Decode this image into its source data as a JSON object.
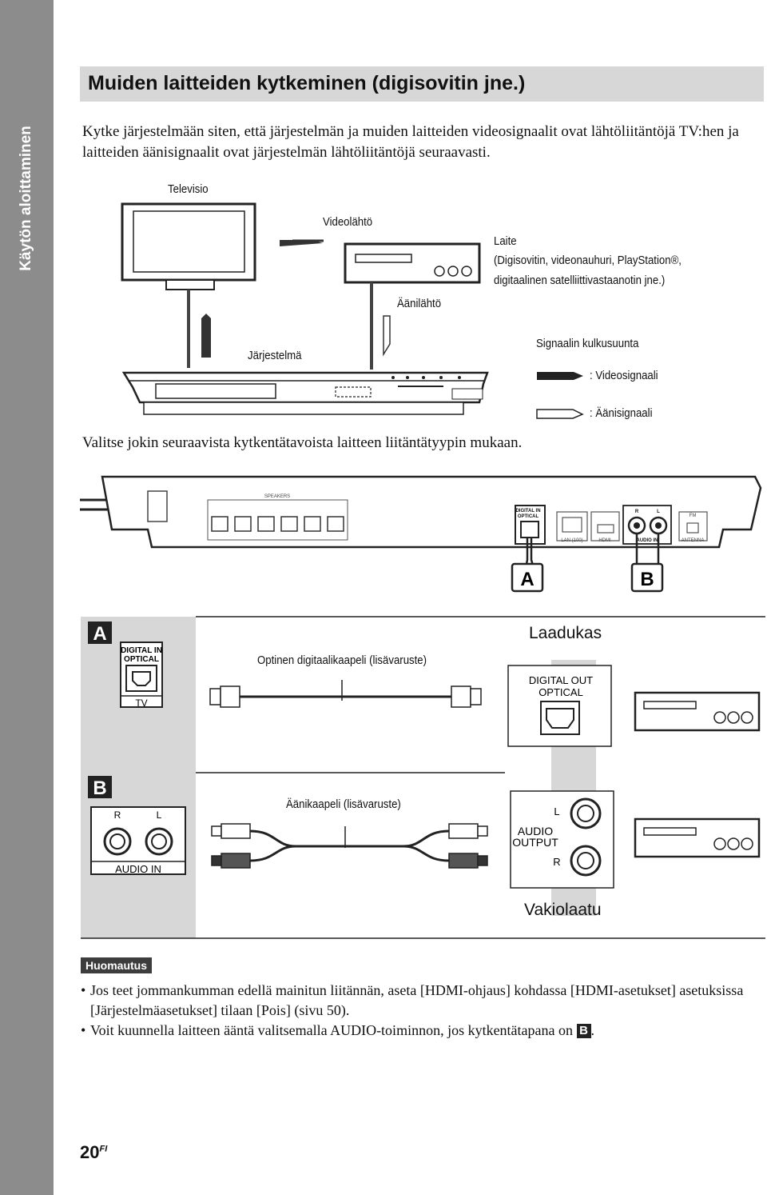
{
  "sidebar": {
    "label": "Käytön aloittaminen"
  },
  "header": {
    "title": "Muiden laitteiden kytkeminen (digisovitin jne.)"
  },
  "intro": "Kytke järjestelmään siten, että järjestelmän ja muiden laitteiden videosignaalit ovat lähtöliitäntöjä TV:hen ja laitteiden äänisignaalit ovat järjestelmän lähtöliitäntöjä seuraavasti.",
  "diagram1": {
    "tv": "Televisio",
    "video_out": "Videolähtö",
    "device": "Laite",
    "device_desc_1": "(Digisovitin, videonauhuri, PlayStation®,",
    "device_desc_2": "digitaalinen satelliittivastaanotin jne.)",
    "audio_out": "Äänilähtö",
    "system": "Järjestelmä",
    "signal_dir": "Signaalin kulkusuunta",
    "video_signal": ": Videosignaali",
    "audio_signal": ": Äänisignaali"
  },
  "instruction": "Valitse jokin seuraavista kytkentätavoista laitteen liitäntätyypin mukaan.",
  "rear_panel": {
    "speakers": "SPEAKERS",
    "digital_in": "DIGITAL IN",
    "optical": "OPTICAL",
    "lan": "LAN (100)",
    "hdmi": "HDMI",
    "audio_in": "AUDIO IN",
    "antenna": "ANTENNA",
    "fm": "FM",
    "r": "R",
    "l": "L",
    "label_a": "A",
    "label_b": "B"
  },
  "connections": {
    "a": {
      "badge": "A",
      "jack_line1": "DIGITAL IN",
      "jack_line2": "OPTICAL",
      "jack_tv": "TV",
      "cable": "Optinen digitaalikaapeli (lisävaruste)",
      "quality": "Laadukas",
      "out_line1": "DIGITAL OUT",
      "out_line2": "OPTICAL"
    },
    "b": {
      "badge": "B",
      "r": "R",
      "l": "L",
      "audio_in": "AUDIO IN",
      "cable": "Äänikaapeli (lisävaruste)",
      "out_l": "L",
      "out_line1": "AUDIO",
      "out_line2": "OUTPUT",
      "out_r": "R",
      "quality": "Vakiolaatu"
    }
  },
  "notes": {
    "badge": "Huomautus",
    "item1": "Jos teet jommankumman edellä mainitun liitännän, aseta [HDMI-ohjaus] kohdassa [HDMI-asetukset] asetuksissa [Järjestelmäasetukset] tilaan [Pois] (sivu 50).",
    "item2_pre": "Voit kuunnella laitteen ääntä valitsemalla AUDIO-toiminnon, jos kytkentätapana on",
    "item2_badge": "B",
    "item2_post": "."
  },
  "page": {
    "number": "20",
    "suffix": "FI"
  }
}
